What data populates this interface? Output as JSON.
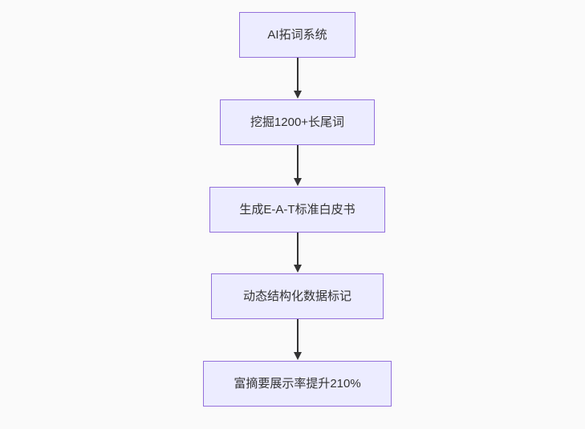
{
  "diagram": {
    "type": "flowchart",
    "direction": "top-to-bottom",
    "nodes": [
      {
        "id": "n1",
        "label": "AI拓词系统"
      },
      {
        "id": "n2",
        "label": "挖掘1200+长尾词"
      },
      {
        "id": "n3",
        "label": "生成E-A-T标准白皮书"
      },
      {
        "id": "n4",
        "label": "动态结构化数据标记"
      },
      {
        "id": "n5",
        "label": "富摘要展示率提升210%"
      }
    ],
    "edges": [
      {
        "from": "n1",
        "to": "n2"
      },
      {
        "from": "n2",
        "to": "n3"
      },
      {
        "from": "n3",
        "to": "n4"
      },
      {
        "from": "n4",
        "to": "n5"
      }
    ],
    "colors": {
      "node_fill": "#ececff",
      "node_border": "#9370db",
      "node_text": "#333333",
      "arrow": "#333333",
      "background": "#fafafa"
    }
  }
}
